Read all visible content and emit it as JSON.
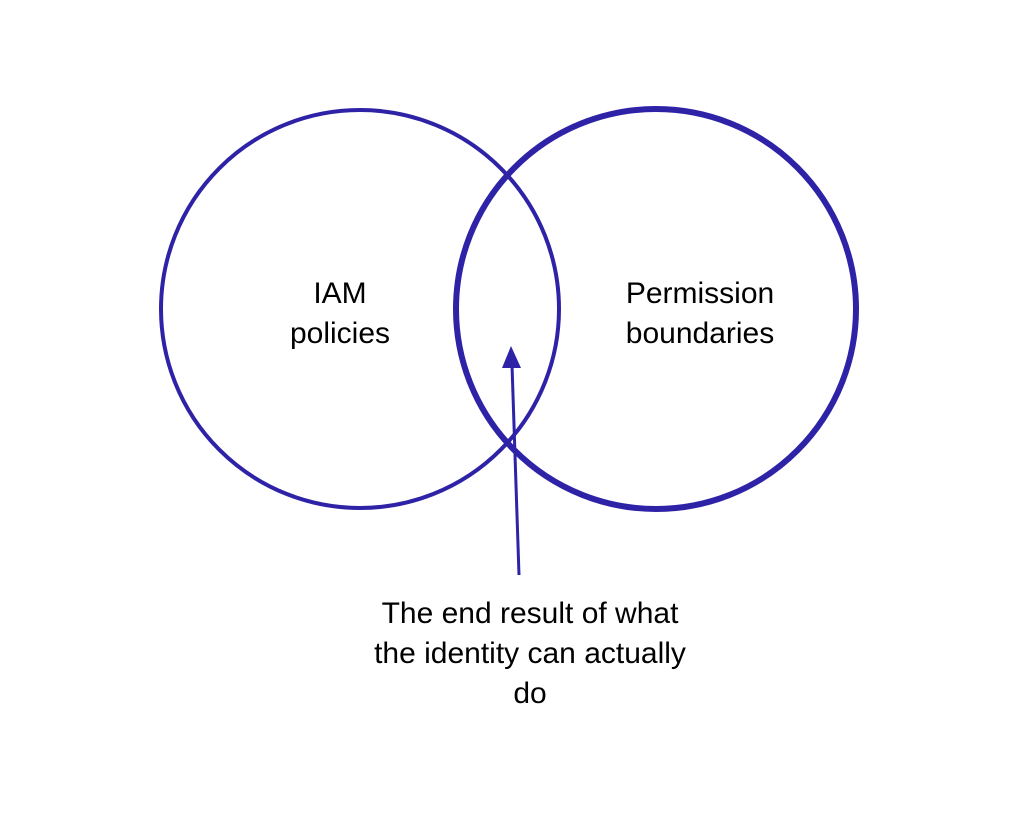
{
  "diagram": {
    "stroke_color": "#2e23a6",
    "sets": [
      {
        "id": "iam",
        "lines": [
          "IAM",
          "policies"
        ]
      },
      {
        "id": "boundary",
        "lines": [
          "Permission",
          "boundaries"
        ]
      }
    ],
    "annotation": {
      "lines": [
        "The end result of what",
        "the identity can actually",
        "do"
      ]
    }
  }
}
